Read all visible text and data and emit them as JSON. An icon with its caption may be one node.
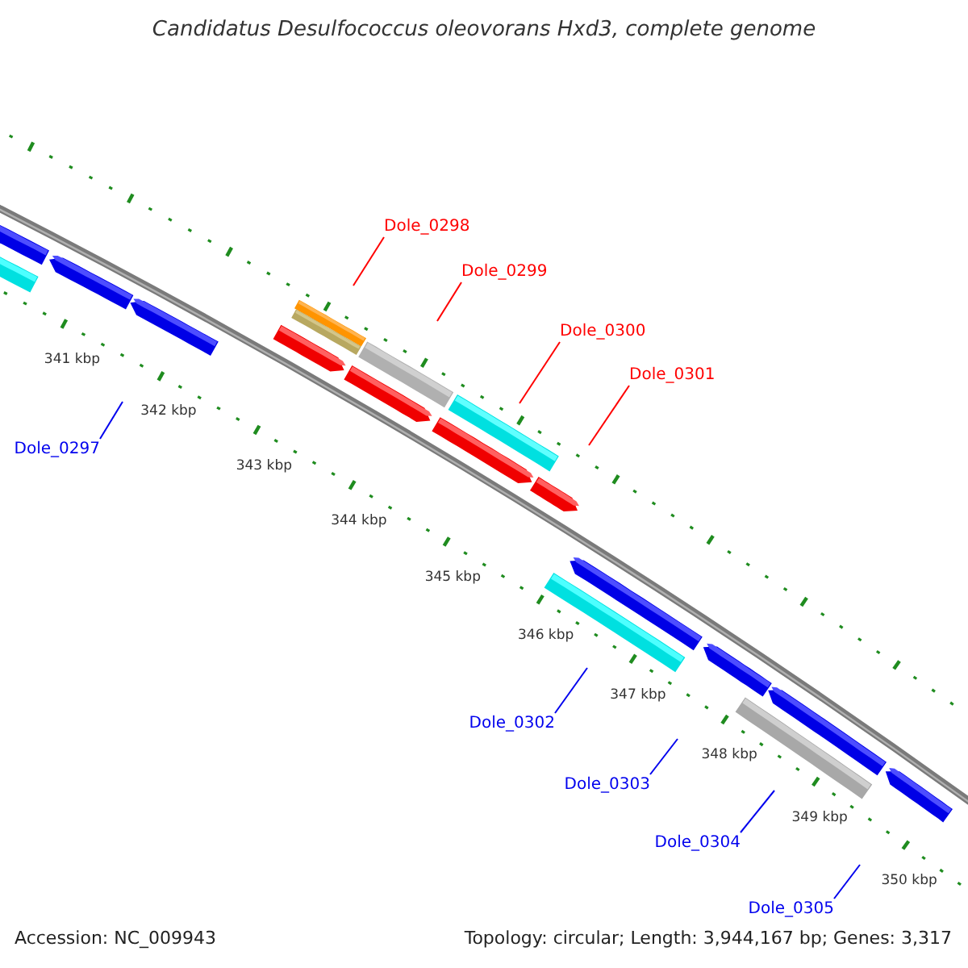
{
  "diagram": {
    "title": "Candidatus Desulfococcus oleovorans Hxd3, complete genome",
    "nodes": [
      {
        "text": [
          "Dole_0297"
        ]
      },
      {
        "text": [
          "Dole_0298"
        ]
      },
      {
        "text": [
          "Dole_0299"
        ]
      },
      {
        "text": [
          "Dole_0300"
        ]
      },
      {
        "text": [
          "Dole_0301"
        ]
      },
      {
        "text": [
          "Dole_0302"
        ]
      },
      {
        "text": [
          "Dole_0303"
        ]
      },
      {
        "text": [
          "Dole_0304"
        ]
      },
      {
        "text": [
          "Dole_0305"
        ]
      }
    ],
    "edges": [
      {
        "from": 0,
        "to": null,
        "arrow": "none"
      },
      {
        "from": 1,
        "to": null,
        "arrow": "none",
        "color": "#ff0000"
      },
      {
        "from": 2,
        "to": null,
        "arrow": "none",
        "color": "#ff0000"
      },
      {
        "from": 3,
        "to": null,
        "arrow": "none",
        "color": "#ff0000"
      },
      {
        "from": 4,
        "to": null,
        "arrow": "none",
        "color": "#ff0000"
      },
      {
        "from": 5,
        "to": null,
        "arrow": "none"
      },
      {
        "from": 6,
        "to": null,
        "arrow": "none"
      },
      {
        "from": 7,
        "to": null,
        "arrow": "none"
      },
      {
        "from": 8,
        "to": null,
        "arrow": "none"
      }
    ],
    "labels": [
      "341 kbp",
      "342 kbp",
      "343 kbp",
      "344 kbp",
      "345 kbp",
      "346 kbp",
      "347 kbp",
      "348 kbp",
      "349 kbp",
      "350 kbp",
      "Accession: NC_009943",
      "Topology: circular; Length: 3,944,167 bp; Genes: 3,317"
    ]
  }
}
